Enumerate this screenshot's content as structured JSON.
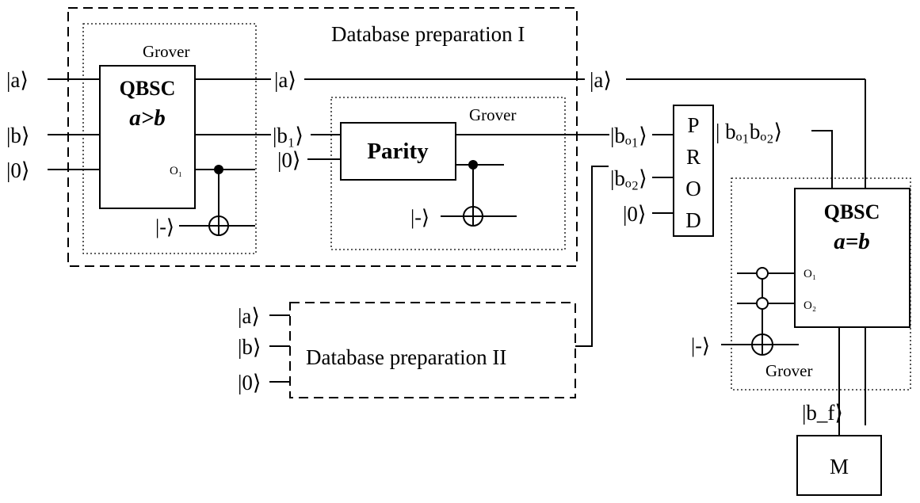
{
  "regions": {
    "db_prep_1": "Database preparation I",
    "db_prep_2": "Database preparation II",
    "grover_1": "Grover",
    "grover_2": "Grover",
    "grover_3": "Grover"
  },
  "gates": {
    "qbsc_1": {
      "title": "QBSC",
      "expr": "a>b",
      "oracle": "O₁"
    },
    "parity": "Parity",
    "prod": [
      "P",
      "R",
      "O",
      "D"
    ],
    "qbsc_2": {
      "title": "QBSC",
      "expr": "a=b",
      "oracle_1": "O₁",
      "oracle_2": "O₂"
    },
    "measure": "M"
  },
  "kets": {
    "a_in": "|a⟩",
    "b_in": "|b⟩",
    "zero_in": "|0⟩",
    "minus_1": "|-⟩",
    "a_out": "|a⟩",
    "b1": "|b₁⟩",
    "zero_parity": "|0⟩",
    "minus_parity": "|-⟩",
    "a_right": "|a⟩",
    "bo1": "|bₒ₁⟩",
    "bo2": "|bₒ₂⟩",
    "zero_prod": "|0⟩",
    "bo1bo2": "| bₒ₁bₒ₂⟩",
    "a_db2": "|a⟩",
    "b_db2": "|b⟩",
    "zero_db2": "|0⟩",
    "minus_2": "|-⟩",
    "bf": "|b_f⟩"
  }
}
